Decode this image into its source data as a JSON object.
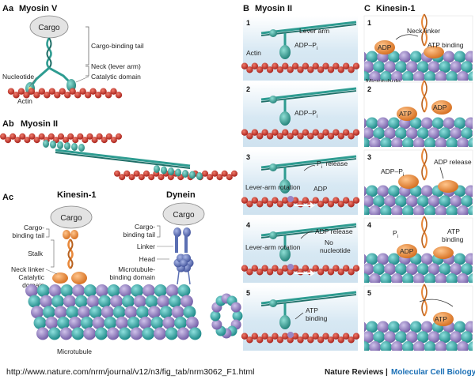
{
  "panels": {
    "aa": {
      "tag": "Aa",
      "title": "Myosin V",
      "cargo": "Cargo",
      "labels": [
        "Cargo-binding tail",
        "Neck (lever arm)",
        "Catalytic domain",
        "Nucleotide",
        "Actin"
      ]
    },
    "ab": {
      "tag": "Ab",
      "title": "Myosin II"
    },
    "ac": {
      "tag": "Ac",
      "kinesin_title": "Kinesin-1",
      "dynein_title": "Dynein",
      "cargo": "Cargo",
      "kinesin_labels": [
        "Cargo-",
        "binding tail",
        "Stalk",
        "Neck linker",
        "Catalytic",
        "domain"
      ],
      "dynein_labels": [
        "Cargo-",
        "binding tail",
        "Linker",
        "Head",
        "Microtubule-",
        "binding domain"
      ],
      "microtubule": "Microtubule"
    },
    "b": {
      "tag": "B",
      "title": "Myosin II",
      "steps": [
        {
          "num": "1",
          "labels": [
            "Lever arm",
            "ADP–P",
            "Actin"
          ]
        },
        {
          "num": "2",
          "labels": [
            "ADP–P"
          ]
        },
        {
          "num": "3",
          "labels": [
            "P",
            "release",
            "Lever-arm rotation",
            "ADP"
          ]
        },
        {
          "num": "4",
          "labels": [
            "ADP release",
            "Lever-arm rotation",
            "No",
            "nucleotide"
          ]
        },
        {
          "num": "5",
          "labels": [
            "ATP",
            "binding"
          ]
        }
      ]
    },
    "c": {
      "tag": "C",
      "title": "Kinesin-1",
      "steps": [
        {
          "num": "1",
          "labels": [
            "Neck linker",
            "ADP",
            "ATP binding",
            "Microtubule"
          ]
        },
        {
          "num": "2",
          "labels": [
            "ATP",
            "ADP"
          ]
        },
        {
          "num": "3",
          "labels": [
            "ADP–P",
            "ADP release"
          ]
        },
        {
          "num": "4",
          "labels": [
            "P",
            "ATP",
            "binding",
            "ADP"
          ]
        },
        {
          "num": "5",
          "labels": [
            "ATP"
          ]
        }
      ]
    }
  },
  "subscript_i": "i",
  "footer": {
    "url": "http://www.nature.com/nrm/journal/v12/n3/fig_tab/nrm3062_F1.html",
    "journal": "Nature Reviews",
    "separator": "|",
    "subjournal": "Molecular Cell Biology"
  },
  "colors": {
    "actin": "#c8372f",
    "teal": "#2e9c91",
    "orange": "#e8883a",
    "purple": "#8e6fb4",
    "mt_teal": "#3aa9a8",
    "mt_purple": "#9a86c4",
    "panel_bg": "#dbe9f3",
    "dynein": "#5b6fb3"
  }
}
